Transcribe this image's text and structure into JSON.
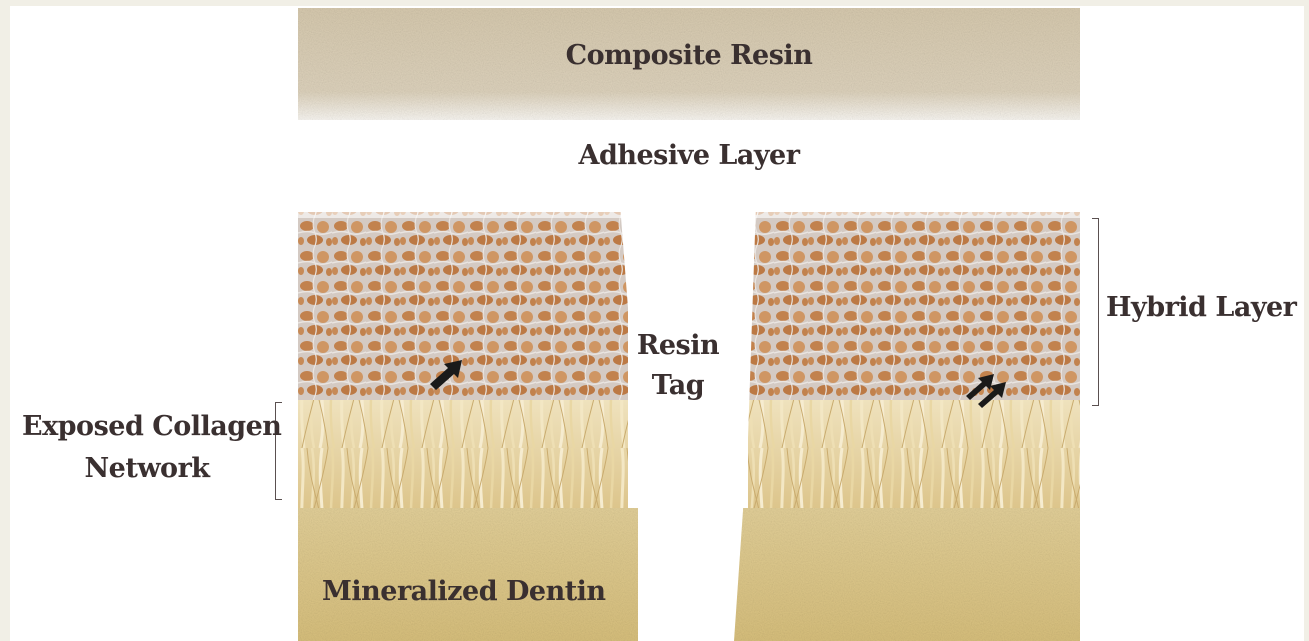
{
  "labels": {
    "composite_resin": "Composite Resin",
    "adhesive_layer": "Adhesive Layer",
    "resin_tag_line1": "Resin",
    "resin_tag_line2": "Tag",
    "hybrid_layer": "Hybrid Layer",
    "exposed_collagen_line1": "Exposed Collagen",
    "exposed_collagen_line2": "Network",
    "mineralized_dentin": "Mineralized Dentin"
  },
  "colors": {
    "composite": "#d9cdb5",
    "hybrid_cells": "#c98a55",
    "hybrid_mesh": "#cfcfd2",
    "collagen": "#e8d6a2",
    "dentin": "#dcc585",
    "text": "#3a3030"
  }
}
